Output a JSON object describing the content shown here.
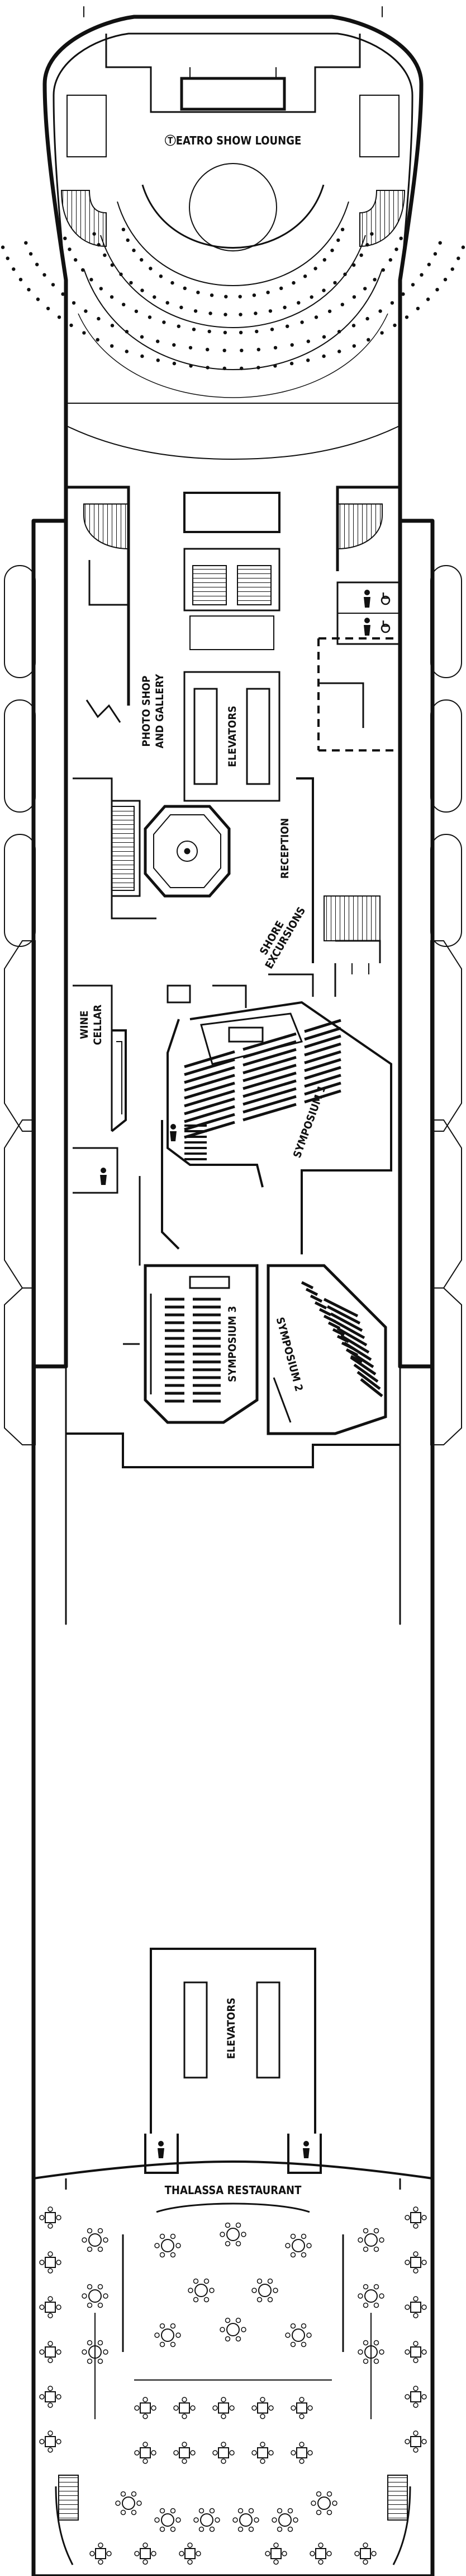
{
  "labels": {
    "teatro": "ⓉEATRO SHOW LOUNGE",
    "photo_shop_1": "PHOTO SHOP",
    "photo_shop_2": "AND GALLERY",
    "elevators_fwd": "ELEVATORS",
    "reception": "RECEPTION",
    "shore_1": "SHORE",
    "shore_2": "EXCURSIONS",
    "wine_1": "WINE",
    "wine_2": "CELLAR",
    "symposium_1": "SYMPOSIUM 1",
    "symposium_2": "SYMPOSIUM 2",
    "symposium_3": "SYMPOSIUM 3",
    "elevators_aft": "ELEVATORS",
    "thalassa": "THALASSA RESTAURANT"
  },
  "icons": [
    "restroom-icon",
    "wheelchair-icon",
    "elevator-icon",
    "stair-icon"
  ],
  "colors": {
    "line": "#111111",
    "background": "#ffffff"
  }
}
